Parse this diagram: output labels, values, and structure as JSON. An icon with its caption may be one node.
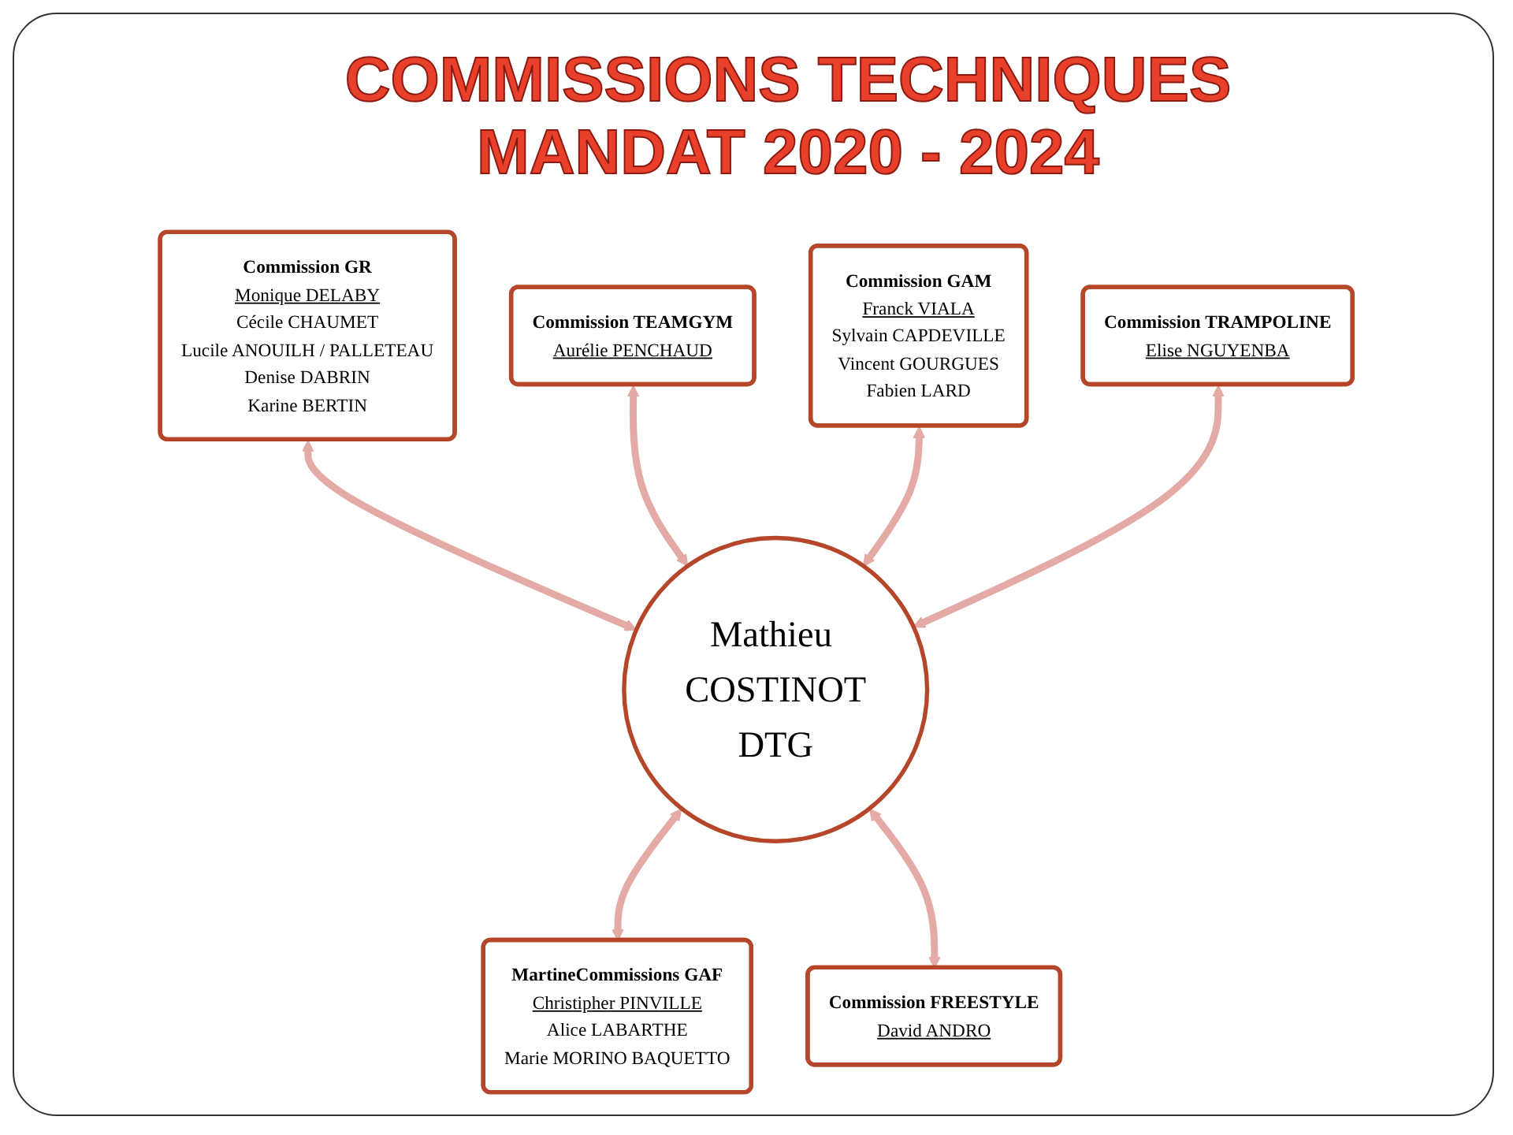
{
  "diagram": {
    "title": "COMMISSIONS TECHNIQUES MANDAT 2020 - 2024",
    "nodes": [
      {
        "text": [
          "Commission GR",
          "Monique DELABY",
          "Cécile CHAUMET",
          "Lucile ANOUILH / PALLETEAU",
          "Denise DABRIN",
          "Karine BERTIN"
        ]
      },
      {
        "text": [
          "Commission TEAMGYM",
          "Aurélie PENCHAUD"
        ]
      },
      {
        "text": [
          "Commission GAM",
          "Franck VIALA",
          "Sylvain CAPDEVILLE",
          "Vincent GOURGUES",
          "Fabien LARD"
        ]
      },
      {
        "text": [
          "Commission TRAMPOLINE",
          "Elise NGUYENBA"
        ]
      },
      {
        "text": [
          "MartineCommissions GAF",
          "Christipher PINVILLE",
          "Alice LABARTHE",
          "Marie MORINO BAQUETTO"
        ]
      },
      {
        "text": [
          "Mathieu COSTINOT",
          "DTG"
        ]
      },
      {
        "text": [
          "Commission FREESTYLE",
          "David ANDRO"
        ]
      }
    ],
    "edges": [
      {
        "from": 0,
        "to": 5,
        "arrow": "both"
      },
      {
        "from": 1,
        "to": 5,
        "arrow": "both"
      },
      {
        "from": 2,
        "to": 5,
        "arrow": "both"
      },
      {
        "from": 3,
        "to": 5,
        "arrow": "both"
      },
      {
        "from": 5,
        "to": 4,
        "arrow": "both"
      },
      {
        "from": 5,
        "to": 6,
        "arrow": "both"
      }
    ]
  }
}
